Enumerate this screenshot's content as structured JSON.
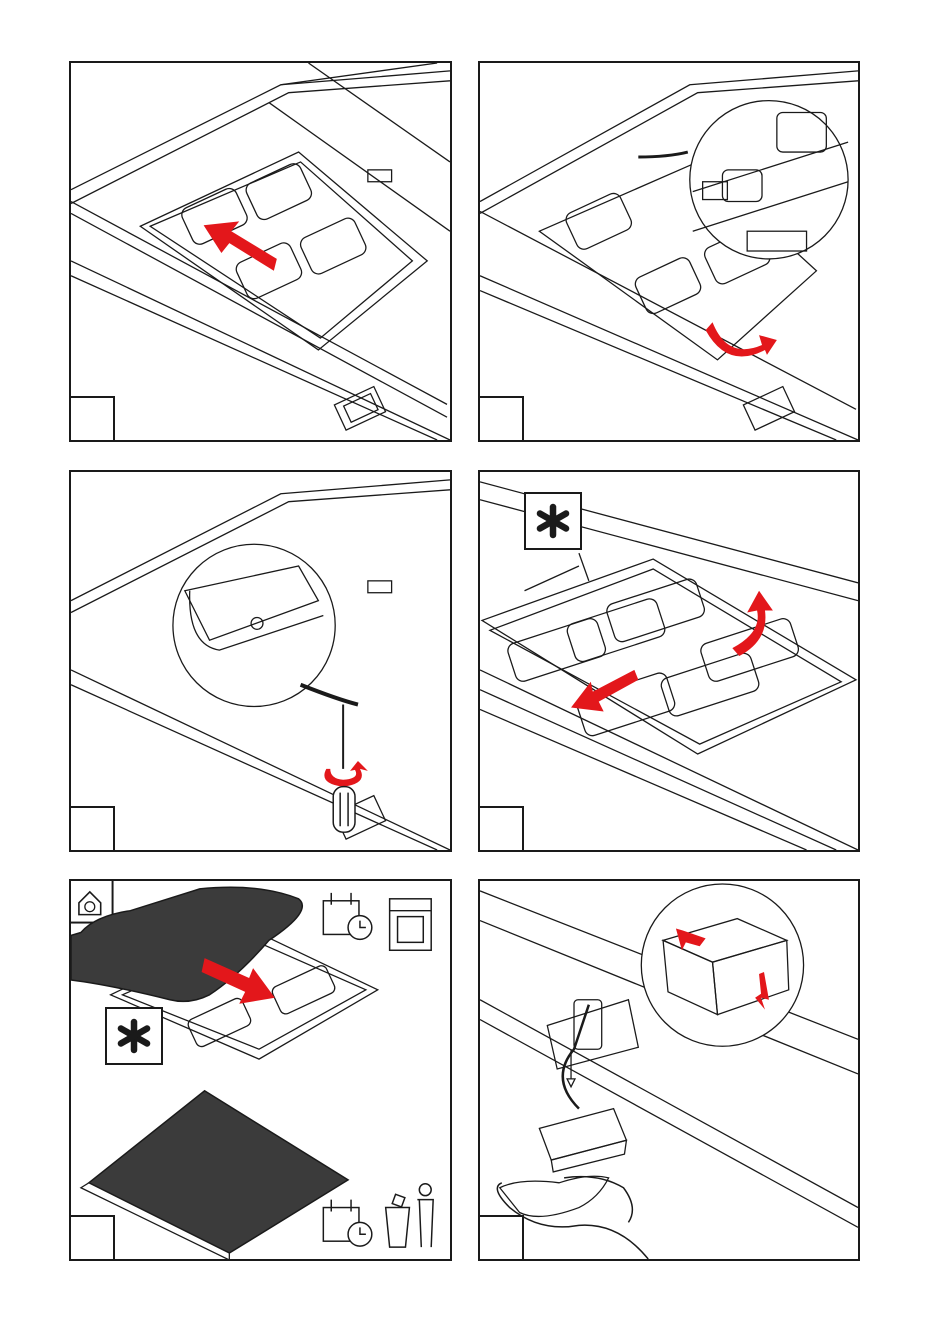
{
  "colors": {
    "line": "#1a1a1a",
    "accent_red": "#e3171b",
    "filter_dark": "#3b3b3b",
    "background": "#ffffff"
  },
  "panels": [
    {
      "id": 1,
      "icons": [
        "red-slide-arrow-icon"
      ]
    },
    {
      "id": 2,
      "icons": [
        "magnifier-circle",
        "red-rotate-arrow-icon"
      ]
    },
    {
      "id": 3,
      "icons": [
        "magnifier-circle",
        "screwdriver-icon",
        "red-rotate-arrow-icon"
      ]
    },
    {
      "id": 4,
      "icons": [
        "asterisk-callout-icon",
        "red-slide-arrow-icon",
        "red-lift-arrow-icon"
      ]
    },
    {
      "id": 5,
      "icons": [
        "home-symbol-icon",
        "calendar-clock-icon",
        "dishwasher-icon",
        "asterisk-callout-icon",
        "trash-bin-person-icon"
      ]
    },
    {
      "id": 6,
      "icons": [
        "magnifier-circle",
        "red-press-arrow-icon",
        "hand-icon",
        "connector-icon"
      ]
    }
  ]
}
